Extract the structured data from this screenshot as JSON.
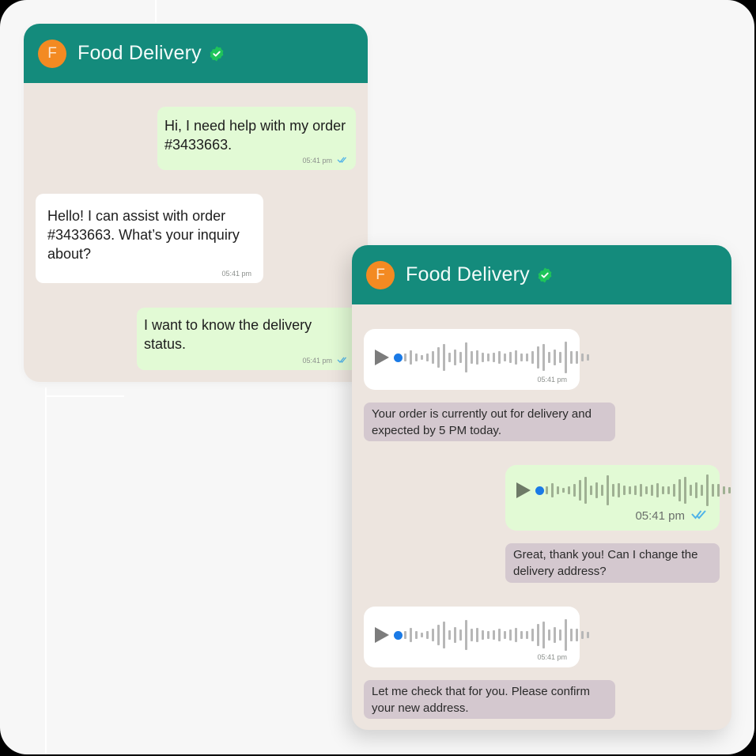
{
  "colors": {
    "frame_bg": "#f7f7f7",
    "header_bg": "#148b7c",
    "avatar_bg": "#f38a22",
    "verified_badge": "#1fc45a",
    "chat_bg": "#ede5df",
    "sent_bubble": "#e2fad5",
    "received_bubble": "#ffffff",
    "transcript_bubble": "#d4c8cf",
    "read_tick": "#4fb3e8",
    "voice_dot": "#1a7ae6"
  },
  "chat_left": {
    "header": {
      "avatar_letter": "F",
      "title": "Food Delivery",
      "badge_icon": "verified-check-icon"
    },
    "messages": [
      {
        "type": "sent",
        "text": "Hi, I need help with my order #3433663.",
        "time": "05:41 pm",
        "status_icon": "double-check-icon"
      },
      {
        "type": "received",
        "text": "Hello! I can assist with order #3433663. What’s your inquiry about?",
        "time": "05:41 pm"
      },
      {
        "type": "sent",
        "text": "I want to know the delivery status.",
        "time": "05:41 pm",
        "status_icon": "double-check-icon"
      }
    ]
  },
  "chat_right": {
    "header": {
      "avatar_letter": "F",
      "title": "Food Delivery",
      "badge_icon": "verified-check-icon"
    },
    "messages": [
      {
        "type": "voice-received",
        "time": "05:41 pm",
        "play_icon": "play-icon"
      },
      {
        "type": "transcript",
        "text": "Your order is currently out for delivery and expected by 5 PM today."
      },
      {
        "type": "voice-sent",
        "time": "05:41 pm",
        "status_icon": "double-check-icon",
        "play_icon": "play-icon"
      },
      {
        "type": "transcript",
        "text": "Great, thank you! Can I change the delivery address?"
      },
      {
        "type": "voice-received",
        "time": "05:41 pm",
        "play_icon": "play-icon"
      },
      {
        "type": "transcript",
        "text": "Let me check that for you. Please confirm your new address."
      }
    ]
  },
  "waveform_heights": [
    10,
    18,
    10,
    6,
    10,
    16,
    26,
    34,
    12,
    20,
    14,
    38,
    16,
    18,
    12,
    10,
    12,
    16,
    10,
    14,
    18,
    10,
    10,
    16,
    28,
    34,
    14,
    20,
    14,
    40,
    16,
    16,
    10,
    8
  ]
}
